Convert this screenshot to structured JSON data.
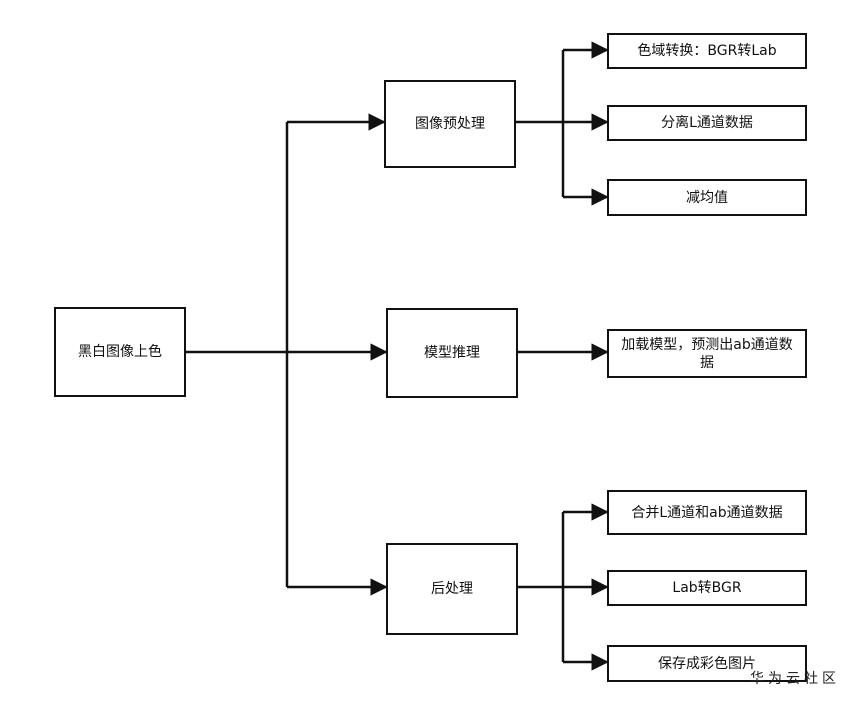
{
  "root": "黑白图像上色",
  "stages": [
    {
      "label": "图像预处理",
      "steps": [
        "色域转换：BGR转Lab",
        "分离L通道数据",
        "减均值"
      ]
    },
    {
      "label": "模型推理",
      "steps": [
        "加载模型，预测出ab通道数据"
      ]
    },
    {
      "label": "后处理",
      "steps": [
        "合并L通道和ab通道数据",
        "Lab转BGR",
        "保存成彩色图片"
      ]
    }
  ],
  "watermark": "华为云社区"
}
